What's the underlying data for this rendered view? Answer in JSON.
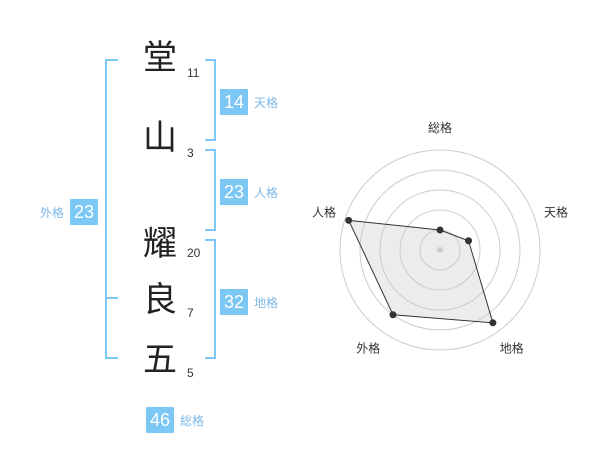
{
  "name_chars": [
    {
      "char": "堂",
      "strokes": "11"
    },
    {
      "char": "山",
      "strokes": "3"
    },
    {
      "char": "耀",
      "strokes": "20"
    },
    {
      "char": "良",
      "strokes": "7"
    },
    {
      "char": "五",
      "strokes": "5"
    }
  ],
  "fortunes": {
    "tenkaku": {
      "value": "14",
      "label": "天格"
    },
    "jinkaku": {
      "value": "23",
      "label": "人格"
    },
    "chikaku": {
      "value": "32",
      "label": "地格"
    },
    "gaikaku": {
      "value": "23",
      "label": "外格"
    },
    "soukaku": {
      "value": "46",
      "label": "総格"
    }
  },
  "colors": {
    "accent": "#7cc7f4",
    "bracket": "#7cc7f4",
    "label": "#7cb8e8"
  },
  "chart_data": {
    "type": "radar",
    "axes": [
      "総格",
      "天格",
      "地格",
      "外格",
      "人格"
    ],
    "values": [
      1.0,
      1.5,
      4.5,
      4.0,
      4.8
    ],
    "max": 5,
    "rings": 5
  }
}
